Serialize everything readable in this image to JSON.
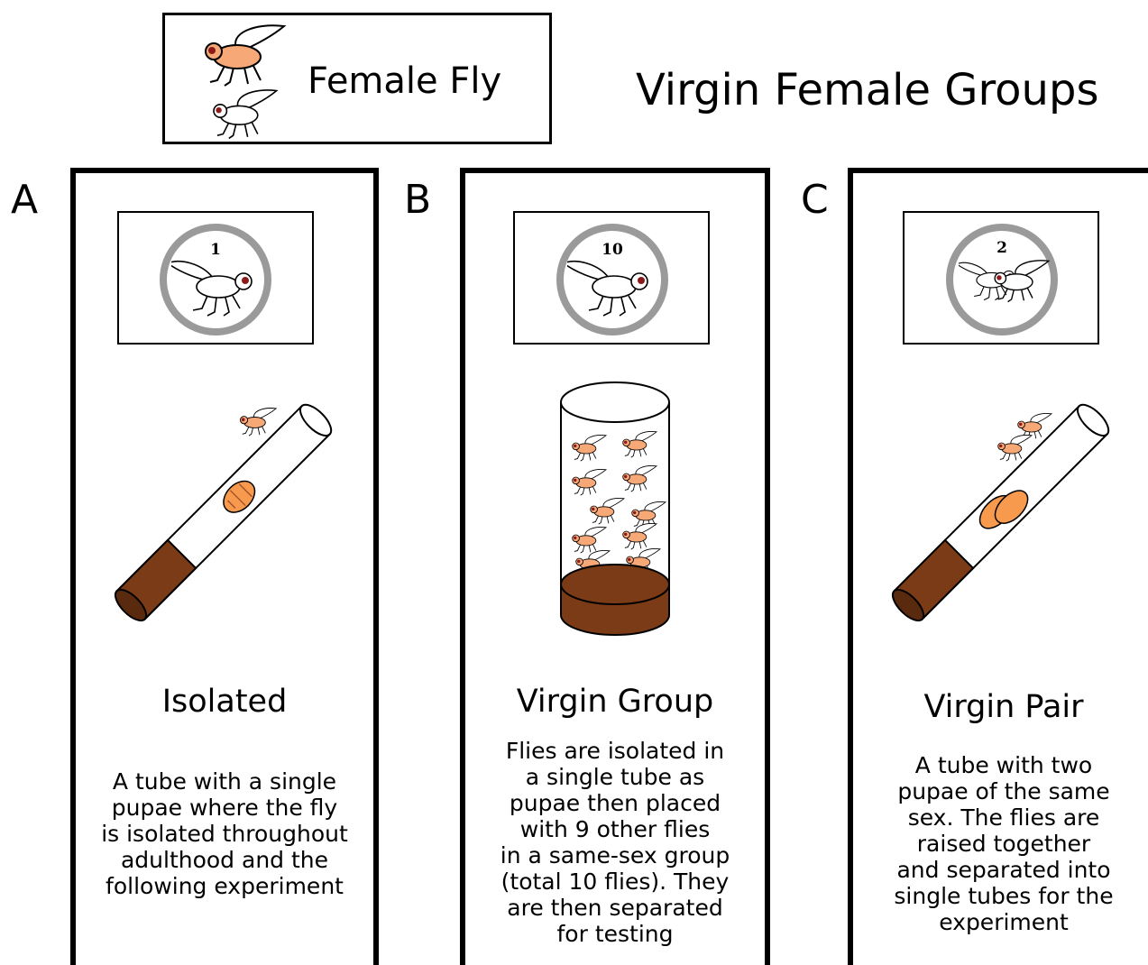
{
  "legend": {
    "label": "Female Fly",
    "icons": [
      "orange-female-fly-icon",
      "white-female-fly-icon"
    ]
  },
  "title": "Virgin Female Groups",
  "colors": {
    "fly_orange": "#f6a877",
    "eye_red": "#8b1a1a",
    "food_brown": "#7a3b16",
    "pupa_orange": "#f79a4e",
    "ring_gray": "#9a9a9a"
  },
  "panels": [
    {
      "letter": "A",
      "count": "1",
      "title": "Isolated",
      "description": "A tube with a single pupae where the fly is isolated throughout adulthood and the following experiment",
      "lines": [
        "A tube with a single",
        "pupae where the fly",
        "is isolated throughout",
        "adulthood and the",
        "following experiment"
      ]
    },
    {
      "letter": "B",
      "count": "10",
      "title": "Virgin Group",
      "lines": [
        "Flies are isolated in",
        "a single tube as",
        "pupae then placed",
        "with 9 other flies",
        "in a same-sex group",
        "(total 10 flies). They",
        "are then separated",
        "for testing"
      ]
    },
    {
      "letter": "C",
      "count": "2",
      "title": "Virgin Pair",
      "lines": [
        "A tube with two",
        "pupae of the same",
        "sex. The flies are",
        "raised together",
        "and separated into",
        "single tubes for the",
        "experiment"
      ]
    }
  ]
}
